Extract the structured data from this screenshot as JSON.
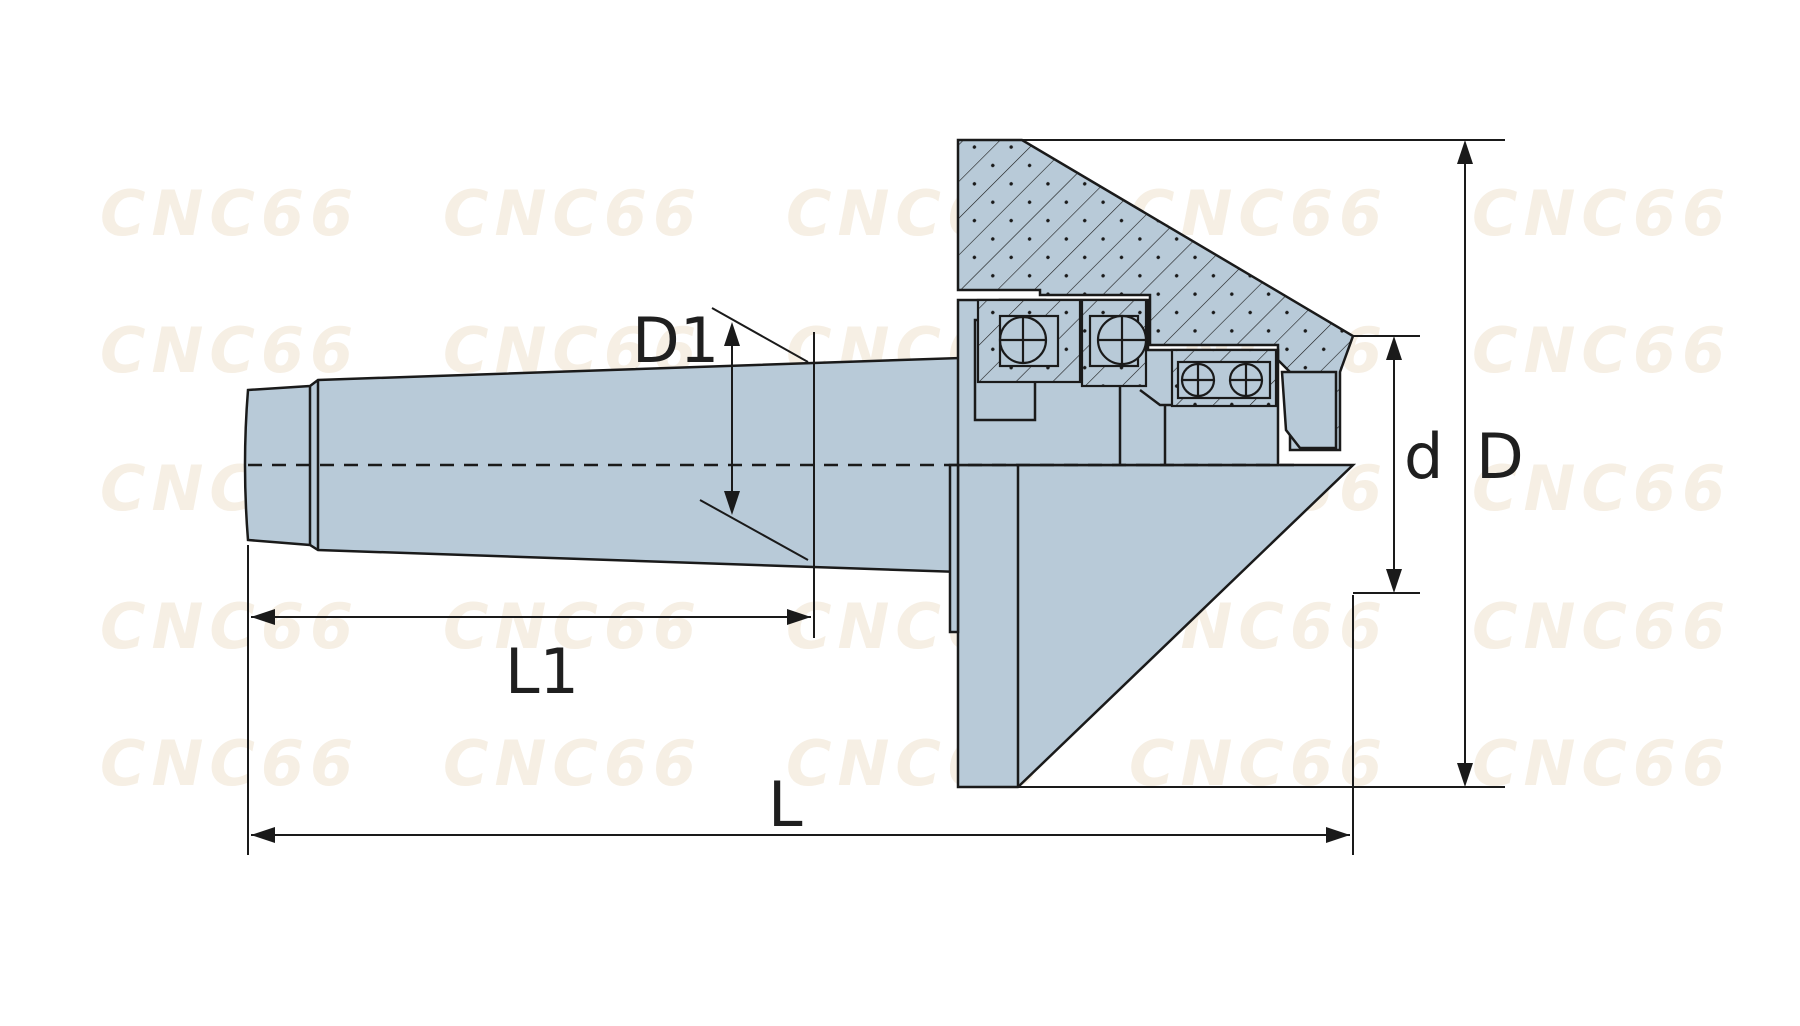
{
  "labels": {
    "D1": "D1",
    "d": "d",
    "D": "D",
    "L1": "L1",
    "L": "L"
  },
  "watermark": "CNC66",
  "colors": {
    "body_fill": "#b8cad8",
    "line": "#1a1a1a",
    "background": "#ffffff",
    "watermark": "#f6efe4"
  }
}
